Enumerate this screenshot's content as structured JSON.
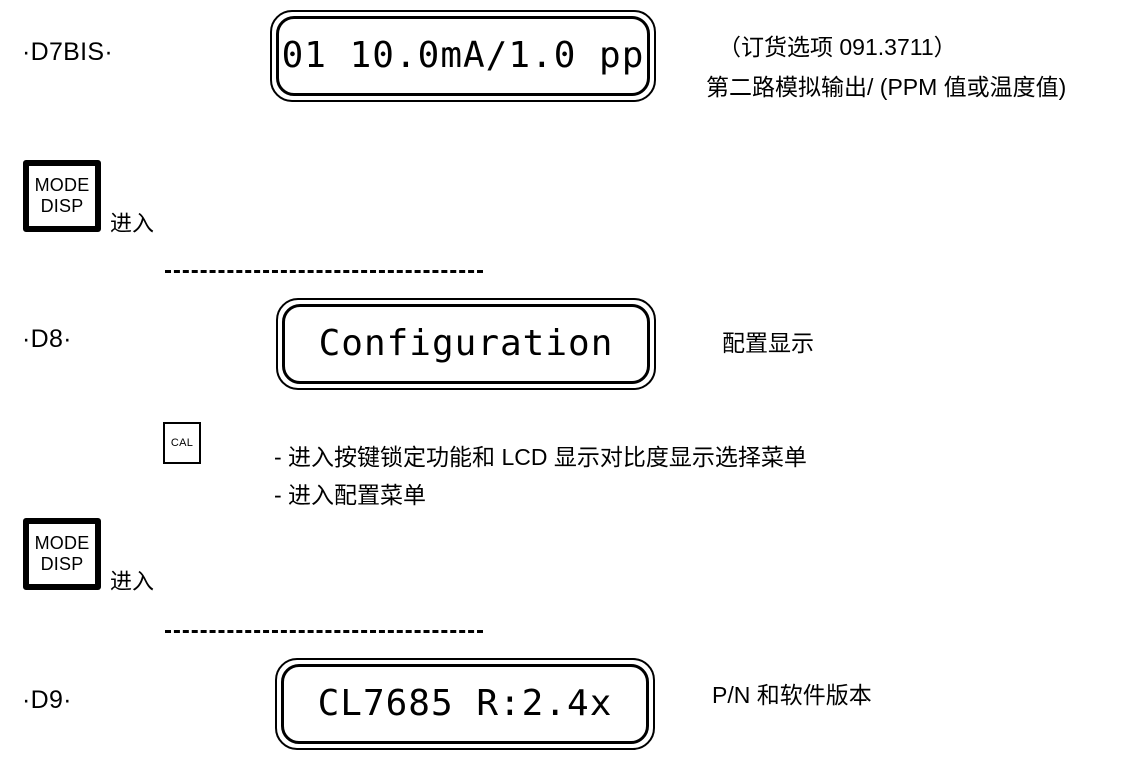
{
  "page": {
    "title": "CL7685 Display Menu Flow Diagram",
    "background": "#ffffff",
    "ink": "#000000"
  },
  "steps": [
    {
      "id": "d7bis",
      "label": "·D7BIS·",
      "display_text": "01 10.0mA/1.0 pp",
      "annotations": [
        "（订货选项 091.3711）",
        "第二路模拟输出/ (PPM 值或温度值)"
      ]
    },
    {
      "id": "d8",
      "label": "·D8·",
      "display_text": "Configuration",
      "annotations": [
        "配置显示"
      ]
    },
    {
      "id": "d9",
      "label": "·D9·",
      "display_text": "CL7685 R:2.4x",
      "annotations": [
        "P/N 和软件版本"
      ]
    }
  ],
  "keys": {
    "mode_disp": {
      "line1": "MODE",
      "line2": "DISP",
      "action_label": "进入"
    },
    "cal": {
      "label": "CAL",
      "actions": [
        "- 进入按键锁定功能和 LCD 显示对比度显示选择菜单",
        "- 进入配置菜单"
      ]
    }
  }
}
